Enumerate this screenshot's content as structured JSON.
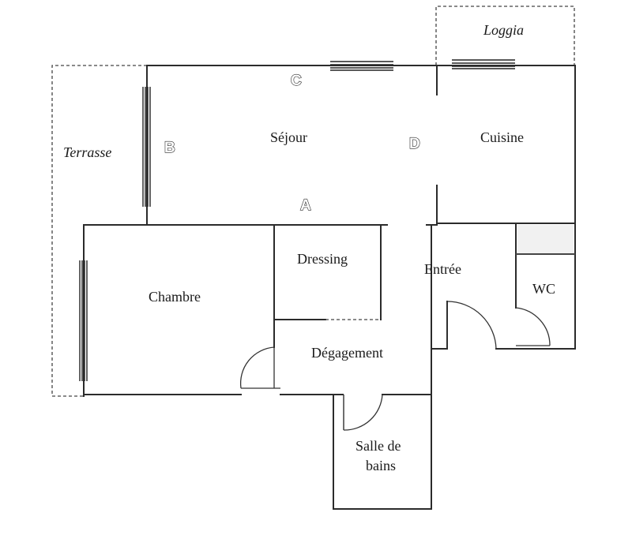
{
  "rooms": {
    "loggia": "Loggia",
    "terrasse": "Terrasse",
    "sejour": "Séjour",
    "cuisine": "Cuisine",
    "chambre": "Chambre",
    "dressing": "Dressing",
    "entree": "Entrée",
    "wc": "WC",
    "degagement": "Dégagement",
    "salle_de_bains_line1": "Salle de",
    "salle_de_bains_line2": "bains"
  },
  "markers": {
    "a": "A",
    "b": "B",
    "c": "C",
    "d": "D"
  }
}
